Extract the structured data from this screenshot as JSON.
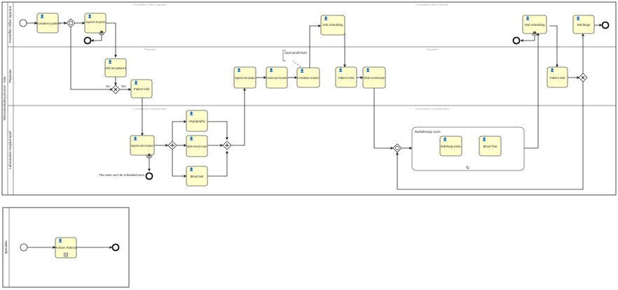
{
  "pools": [
    {
      "id": "main",
      "label": "Telecomsultation process - Asia"
    },
    {
      "id": "specialist",
      "label": "Specialist"
    }
  ],
  "lanes": [
    {
      "id": "frontoffice",
      "label": "Frontoffice Office Operator",
      "titles": [
        "Frontoffice Office Operator",
        "Frontoffice Office Operator"
      ]
    },
    {
      "id": "physician",
      "label": "Physician",
      "titles": [
        "Physician",
        "Physician"
      ]
    },
    {
      "id": "lab",
      "label": "Laboratories Hospital ward",
      "titles": [
        "Laboratories Hospital ward",
        "Laboratories Hospital ward"
      ]
    }
  ],
  "tasks": {
    "acceptance_patient": "Acceptance patient",
    "assignment_physician": "Assignment to the physician",
    "visit_scheduling_1": "Visit scheduling",
    "visit_scheduling_2": "Visit scheduling",
    "discharge": "Discharge",
    "visit_acceptance": "Visit acceptance",
    "patient_visit_1": "Patient Visit",
    "diagnostic_evaluation": "Diagnostic test evaluation",
    "consultation_request": "Consultation request to the Specialist",
    "consultation_reception": "Consultation reception",
    "patient_visit_2": "Patient Visit",
    "definition_treatment": "Definition of treatment plan",
    "patient_visit_3": "Patient visit",
    "diagnostic_exams": "Diagnostic exams acceptance",
    "angiography": "Angiography",
    "magnetic_resonance": "Magnetic resonance for images",
    "blood_test_1": "Blood test",
    "radiotherapy_session": "Radiotherapy session",
    "blood_test_2": "Blood Test",
    "perform_referral": "Perform Referral"
  },
  "subprocess": {
    "label": "Radiotherapy Cycle"
  },
  "annotation": {
    "text": "Upload Specialist Report"
  },
  "gateway_labels": {
    "no": "No",
    "yes": "Yes"
  },
  "event_labels": {
    "exam_not_scheduled": "The exam can't be scheduled soon"
  }
}
